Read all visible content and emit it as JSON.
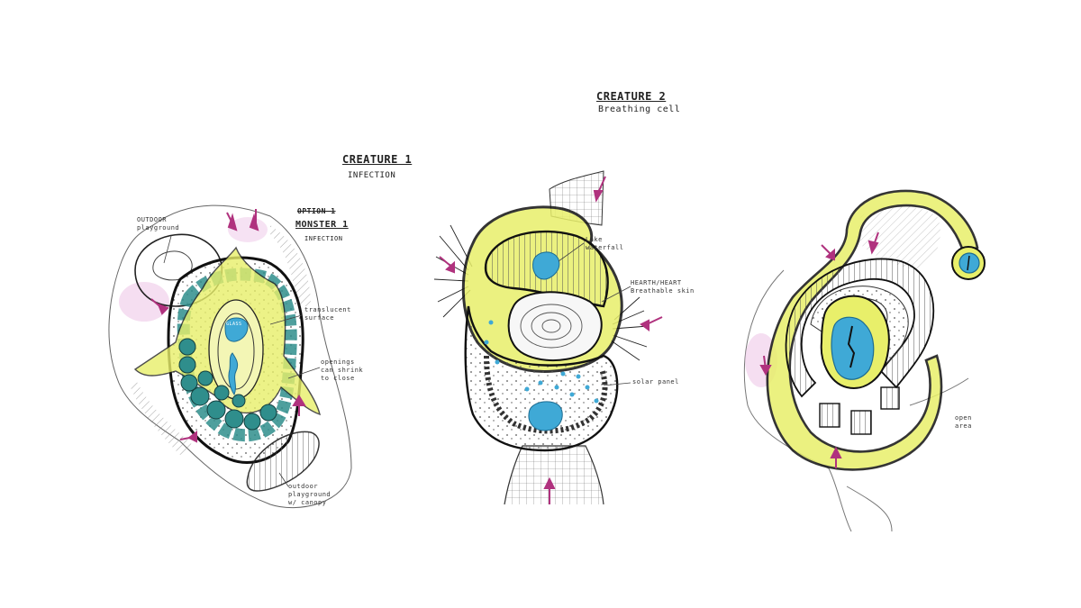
{
  "creature1": {
    "title": "CREATURE 1",
    "subtitle": "INFECTION",
    "option_struck": "OPTION 1",
    "monster_title": "MONSTER 1",
    "monster_sub": "INFECTION",
    "labels": {
      "outdoor_playground": "OUTDOOR playground",
      "translucent_surface": "translucent surface",
      "openings": "openings can shrink to close",
      "outdoor_canopy": "outdoor playground w/ canopy",
      "glass": "GLASS"
    }
  },
  "creature2": {
    "title": "CREATURE 2",
    "subtitle": "Breathing cell",
    "labels": {
      "lake": "Lake waterfall",
      "heart": "HEARTH/HEART Breathable skin",
      "solar": "solar panel"
    }
  },
  "creature3": {
    "labels": {
      "open_area": "open area"
    }
  },
  "colors": {
    "ink": "#1e1e1e",
    "yellow": "#e8ef6a",
    "teal": "#2f8e8c",
    "blue": "#3fa9d6",
    "magenta": "#b0327e",
    "pink_wash": "#e9b6e0"
  }
}
